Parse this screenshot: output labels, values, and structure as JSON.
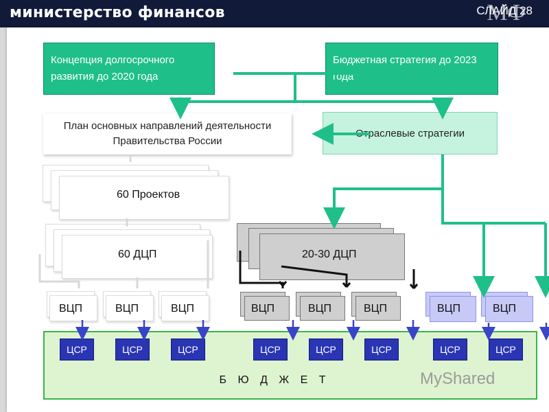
{
  "header": {
    "title": "министерство финансов",
    "slide_label": "СЛАЙД 28",
    "logo_text": "МФ"
  },
  "boxes": {
    "concept": "Концепция долгосрочного развития  до 2020 года",
    "budget_strategy": "Бюджетная стратегия до 2023 года",
    "plan": "План основных направлений деятельности Правительства России",
    "sector": "Отраслевые стратегии",
    "projects": "60 Проектов",
    "dcp60": "60 ДЦП",
    "dcp2030": "20-30 ДЦП"
  },
  "vcp_label": "ВЦП",
  "csr_label": "ЦСР",
  "budget_label": "Б Ю Д Ж Е Т",
  "watermark": "MyShared",
  "colors": {
    "header": "#121a3a",
    "green": "#1fbf8a",
    "teal_line": "#1fbf8a",
    "csr": "#2a35b3",
    "budget_bg": "#def4d0",
    "budget_border": "#39b54a"
  }
}
